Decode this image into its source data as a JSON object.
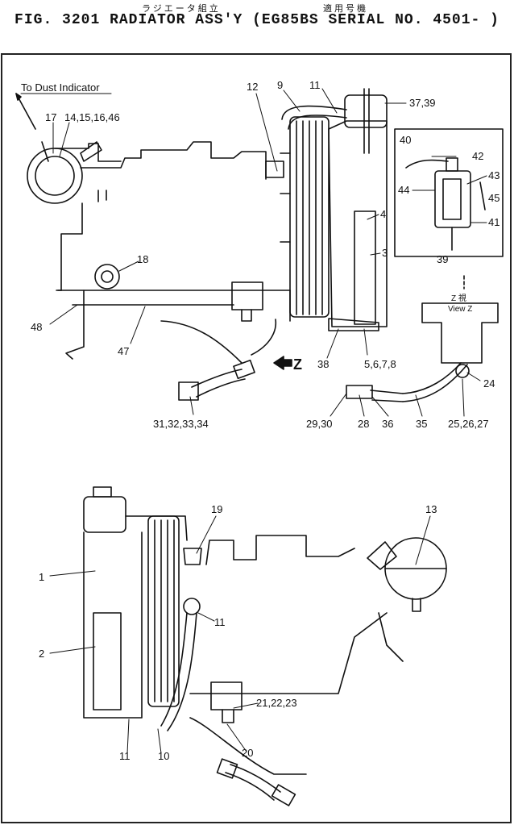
{
  "header": {
    "jp_title": "ラジエータ組立",
    "jp_applicable": "適用号機",
    "title": "FIG. 3201  RADIATOR ASS'Y (EG85BS SERIAL NO. 4501- )"
  },
  "annotations": {
    "dust_indicator": "To Dust Indicator",
    "view_arrow": "Z",
    "view_jp": "Z 視",
    "view_en": "View Z"
  },
  "callouts": {
    "c17": "17",
    "c14": "14,15,16,46",
    "c12": "12",
    "c9": "9",
    "c11a": "11",
    "c37": "37,39",
    "c40": "40",
    "c42": "42",
    "c43": "43",
    "c44": "44",
    "c45": "45",
    "c41": "41",
    "c39": "39",
    "c4": "4",
    "c3": "3",
    "c18": "18",
    "c48": "48",
    "c47": "47",
    "c38": "38",
    "c5": "5,6,7,8",
    "c24": "24",
    "c31": "31,32,33,34",
    "c29": "29,30",
    "c28": "28",
    "c36": "36",
    "c35": "35",
    "c25": "25,26,27",
    "c13": "13",
    "c19": "19",
    "c1": "1",
    "c11b": "11",
    "c2": "2",
    "c21": "21,22,23",
    "c20": "20",
    "c11c": "11",
    "c10": "10"
  }
}
